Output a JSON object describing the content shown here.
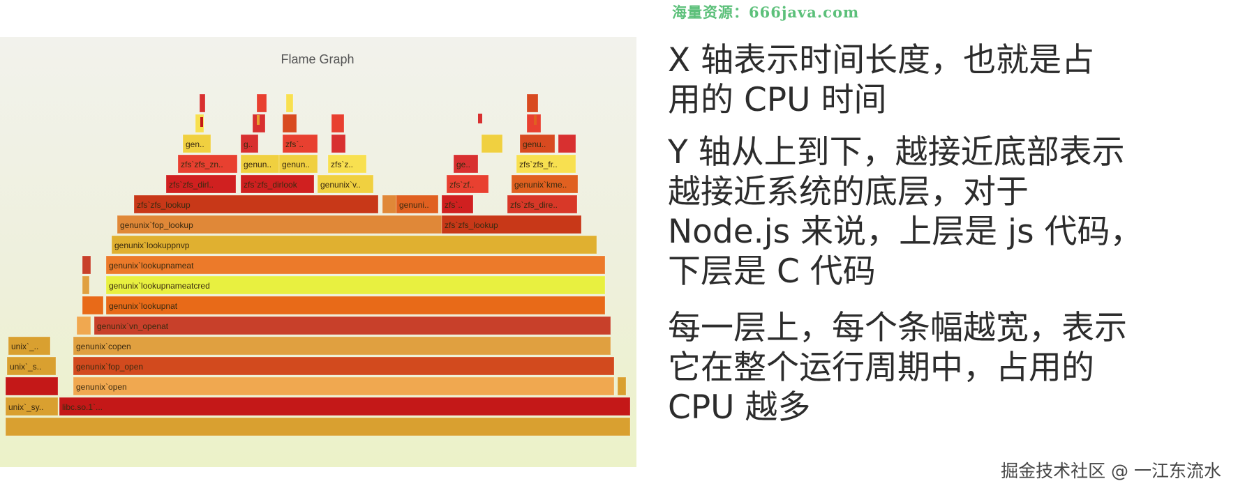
{
  "watermark_top": "海量资源：666java.com",
  "flame_graph": {
    "title": "Flame Graph",
    "frames": [
      {
        "label": "unix`_sys...",
        "color": "#d9a030"
      },
      {
        "label": "libc.so.1`...",
        "color": "#c41818"
      },
      {
        "label": "genunix`open",
        "color": "#f0a850"
      },
      {
        "label": "genunix`fop_open",
        "color": "#d24a1e"
      },
      {
        "label": "genunix`copen",
        "color": "#e0a040"
      },
      {
        "label": "genunix`vn_openat",
        "color": "#c8402a"
      },
      {
        "label": "genunix`lookupnat",
        "color": "#e86a18"
      },
      {
        "label": "genunix`lookupnameatcred",
        "color": "#e8f040"
      },
      {
        "label": "genunix`lookupnameat",
        "color": "#ec7a2a"
      },
      {
        "label": "genunix`lookuppnvp",
        "color": "#e0b030"
      },
      {
        "label": "genunix`fop_lookup",
        "color": "#e08838"
      },
      {
        "label": "zfs`zfs_lookup",
        "color": "#c83818"
      },
      {
        "label": "zfs`zfs_dirlook",
        "color": "#d02020"
      },
      {
        "label": "zfs`zfs_dirent_lock",
        "color": "#d83828"
      },
      {
        "label": "genunix`kmem_alloc",
        "color": "#e06020"
      },
      {
        "label": "genunix`vmem_alloc",
        "color": "#f0d040"
      },
      {
        "label": "zfs`zfs_znode_alloc",
        "color": "#e84030"
      },
      {
        "label": "zfs`zfs_freeknode",
        "color": "#f8e050"
      },
      {
        "label": "genunix`vn_rele",
        "color": "#d83030"
      },
      {
        "label": "genunix`fop_inactive",
        "color": "#d84a20"
      }
    ]
  },
  "paragraphs": [
    "X 轴表示时间长度，也就是占\n用的 CPU 时间",
    "Y 轴从上到下，越接近底部表示\n越接近系统的底层，对于\nNode.js 来说，上层是 js 代码，\n下层是 C 代码",
    "每一层上，每个条幅越宽，表示\n它在整个运行周期中，占用的\nCPU 越多"
  ],
  "footer_watermark": "掘金技术社区 @ 一江东流水"
}
